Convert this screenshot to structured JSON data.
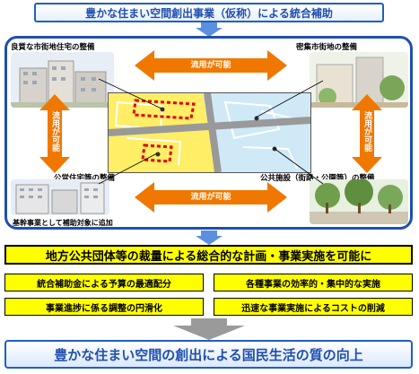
{
  "title": "豊かな住まい空間創出事業（仮称）による統合補助",
  "labels": {
    "top_left": "良質な市街地住宅の整備",
    "top_right": "密集市街地の整備",
    "bottom_left": "公営住宅等の整備",
    "bottom_right": "公共施設（街路・公園等）の整備",
    "note": "基幹事業として補助対象に追加"
  },
  "arrows": {
    "top": "流用が可能",
    "bottom": "流用が可能",
    "left": "流用が可能",
    "right": "流用が可能"
  },
  "banner": "地方公共団体等の裁量による総合的な計画・事業実施を可能に",
  "benefits": [
    "統合補助金による予算の最適配分",
    "各種事業の効率的・集中的な実施",
    "事業進捗に係る調整の円滑化",
    "迅速な事業実施によるコストの削減"
  ],
  "result": "豊かな住まい空間の創出による国民生活の質の向上",
  "colors": {
    "frame_blue": "#1f4fb0",
    "arrow_orange": "#f07800",
    "highlight_yellow": "#ffff00",
    "map_yellow": "#ffee66",
    "map_blue": "#cfe9f7"
  }
}
